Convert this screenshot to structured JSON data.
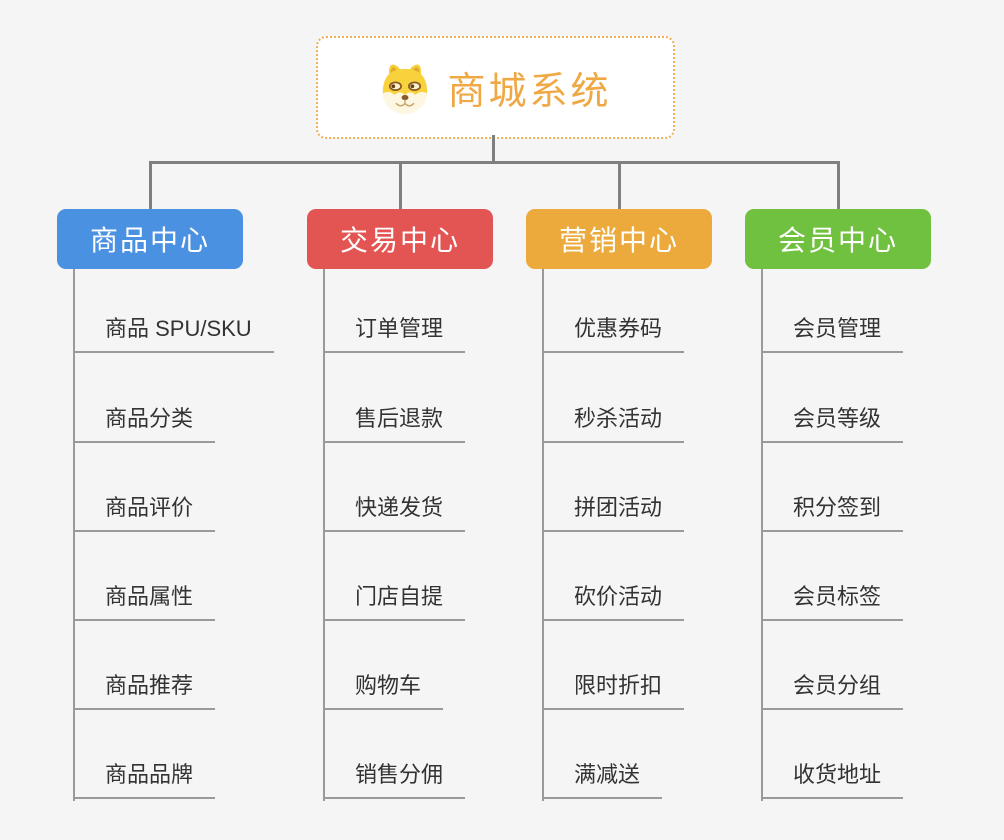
{
  "root": {
    "title": "商城系统",
    "icon": "doge-icon"
  },
  "branches": [
    {
      "label": "商品中心",
      "color": "#4b91e2",
      "items": [
        "商品 SPU/SKU",
        "商品分类",
        "商品评价",
        "商品属性",
        "商品推荐",
        "商品品牌"
      ]
    },
    {
      "label": "交易中心",
      "color": "#e25552",
      "items": [
        "订单管理",
        "售后退款",
        "快递发货",
        "门店自提",
        "购物车",
        "销售分佣"
      ]
    },
    {
      "label": "营销中心",
      "color": "#ebaa3b",
      "items": [
        "优惠券码",
        "秒杀活动",
        "拼团活动",
        "砍价活动",
        "限时折扣",
        "满减送"
      ]
    },
    {
      "label": "会员中心",
      "color": "#70c13f",
      "items": [
        "会员管理",
        "会员等级",
        "积分签到",
        "会员标签",
        "会员分组",
        "收货地址"
      ]
    }
  ],
  "colors": {
    "background": "#f5f5f5",
    "connector": "#7f7f7f",
    "leaf_line": "#9a9a9a",
    "leaf_text": "#333333",
    "root_border": "#f0af55",
    "root_text": "#efa844",
    "branch_text": "#ffffff"
  }
}
